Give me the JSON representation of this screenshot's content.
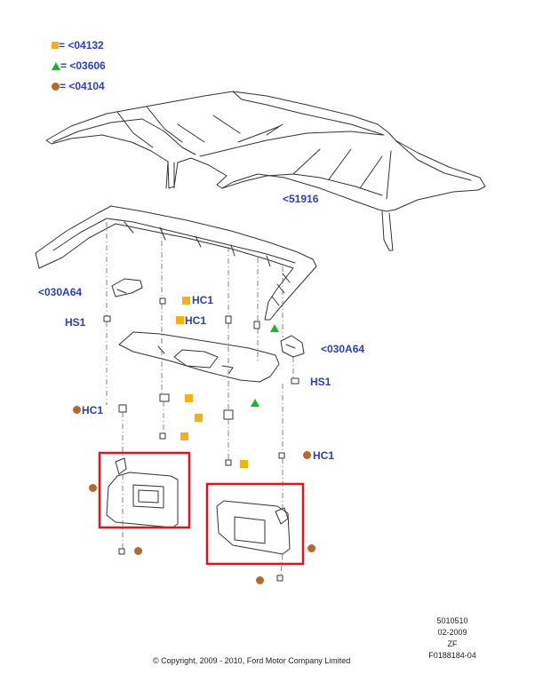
{
  "legend": [
    {
      "symbol": "square",
      "label": "= <04132",
      "color": "#f5b014"
    },
    {
      "symbol": "triangle",
      "label": "= <03606",
      "color": "#19b533"
    },
    {
      "symbol": "circle",
      "label": "= <04104",
      "color": "#b8682a"
    }
  ],
  "callouts": {
    "roof": "<51916",
    "bracket_left": "<030A64",
    "bracket_right": "<030A64",
    "hs1_left": "HS1",
    "hs1_right": "HS1",
    "hc1_top_a": "HC1",
    "hc1_top_b": "HC1",
    "hc1_left": "HC1",
    "hc1_right": "HC1"
  },
  "highlight_color": "#e0141e",
  "meta": {
    "line1": "5010510",
    "line2": "02-2009",
    "line3": "ZF",
    "line4": "F0188184-04"
  },
  "copyright": "© Copyright, 2009 - 2010, Ford Motor Company Limited"
}
